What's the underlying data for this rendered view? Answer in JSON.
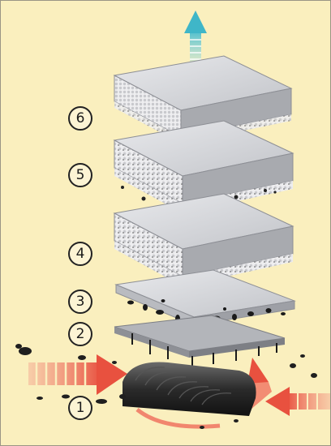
{
  "labels": [
    "1",
    "2",
    "3",
    "4",
    "5",
    "6"
  ],
  "colors": {
    "background": "#faefbe",
    "filter_face": "#d7d8dc",
    "filter_side": "#9ea0a6",
    "airflow_in": "#ef6b5a",
    "airflow_out": "#5cc8d8",
    "debris": "#222222"
  },
  "icons": {
    "clean_air": "up-arrow-icon",
    "dirty_air": "right-arrow-icon"
  }
}
